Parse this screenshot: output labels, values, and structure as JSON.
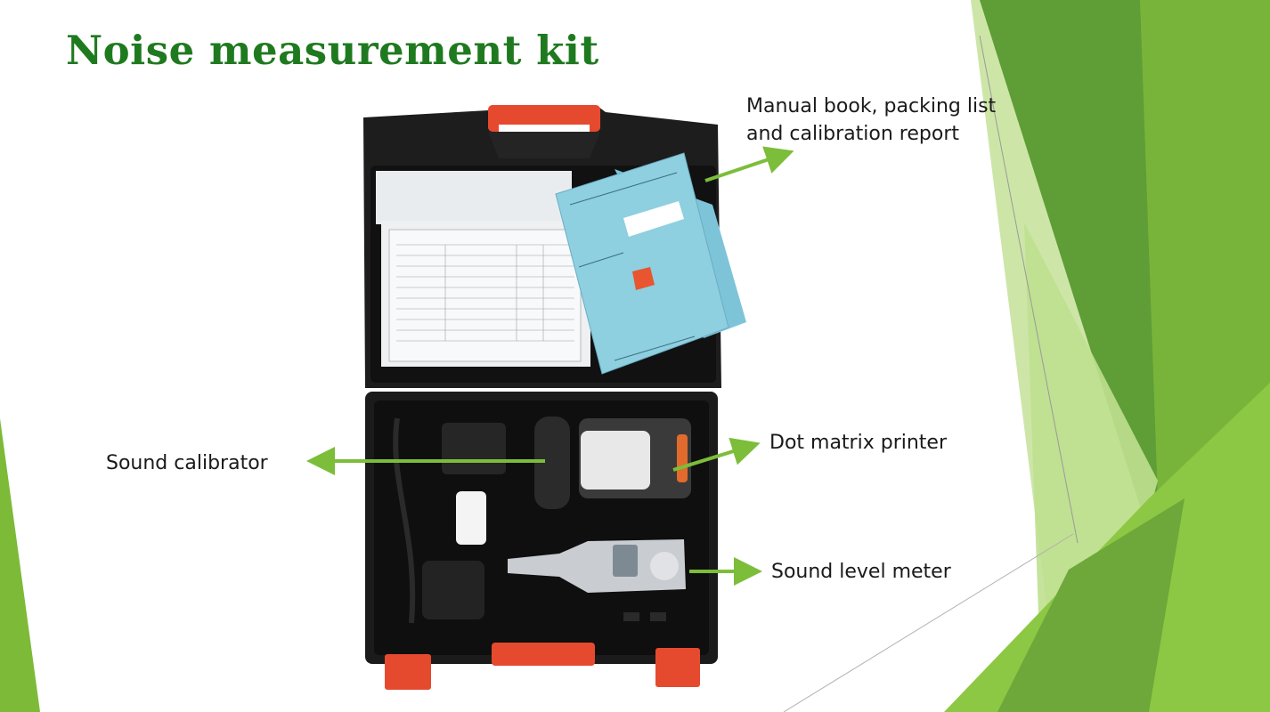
{
  "slide": {
    "title": "Noise measurement kit"
  },
  "photo": {
    "subject": "open black plastic carry case with red handle and clips containing measurement equipment and documents",
    "manual_cover": {
      "color": "#8ecfe0"
    }
  },
  "callouts": {
    "manual": {
      "line1": "Manual book, packing list",
      "line2": "and calibration report"
    },
    "calibrator": "Sound calibrator",
    "printer": "Dot matrix printer",
    "meter": "Sound level meter"
  },
  "colors": {
    "title": "#1f7a1f",
    "arrow": "#7cbd3a",
    "case": "#1b1b1b",
    "handle": "#e64a2e",
    "green_light": "#a9d36a",
    "green_mid": "#7dba38",
    "green_dark": "#4f9a2a"
  }
}
